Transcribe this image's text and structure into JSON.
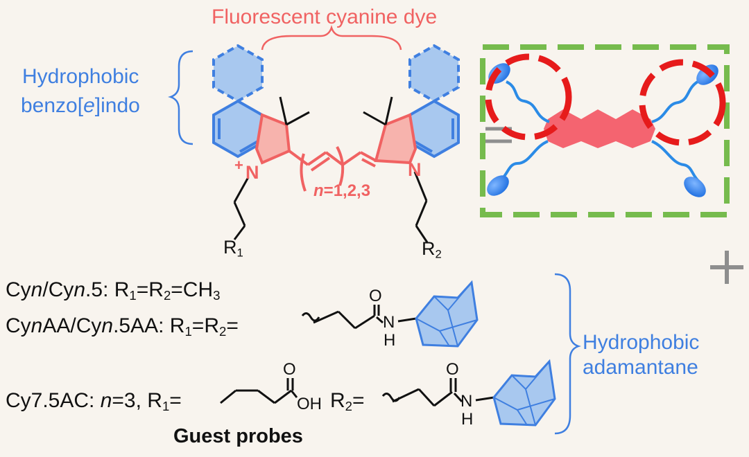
{
  "title": "Fluorescent cyanine dye",
  "labels": {
    "benzo_line1": "Hydrophobic",
    "benzo_line2_pre": "benzo[",
    "benzo_line2_em": "e",
    "benzo_line2_post": "]indo",
    "adamantane_line1": "Hydrophobic",
    "adamantane_line2": "adamantane",
    "n_value_italic": "n",
    "n_value": "=1,2,3",
    "footer": "Guest probes",
    "equals": "=",
    "plus": "+"
  },
  "atoms": {
    "n_plus": "+",
    "n_left": "N",
    "n_right": "N",
    "r1": "R",
    "r1_sub": "1",
    "r2": "R",
    "r2_sub": "2",
    "o1": "O",
    "nh1_n": "N",
    "nh1_h": "H",
    "o2": "O",
    "oh": "OH",
    "o3": "O",
    "nh2_n": "N",
    "nh2_h": "H"
  },
  "rows": [
    {
      "p1": "Cy",
      "p2": "n",
      "p3": "/Cy",
      "p4": "n",
      "p5": ".5: R",
      "s1": "1",
      "p6": "=R",
      "s2": "2",
      "p7": "=CH",
      "s3": "3"
    },
    {
      "p1": "Cy",
      "p2": "n",
      "p3": "AA/Cy",
      "p4": "n",
      "p5": ".5AA: R",
      "s1": "1",
      "p6": "=R",
      "s2": "2",
      "p7": "="
    },
    {
      "p1": "Cy7.5AC: ",
      "p2": "n",
      "p3": "=3, R",
      "s1": "1",
      "p4": "=",
      "p5": "R",
      "s2": "2",
      "p6": "="
    }
  ],
  "colors": {
    "red": "#f06262",
    "blue": "#3f7fe0",
    "green": "#76bb4d",
    "ring_fill": "#a8c8ef",
    "grey": "#8e8e8e"
  }
}
